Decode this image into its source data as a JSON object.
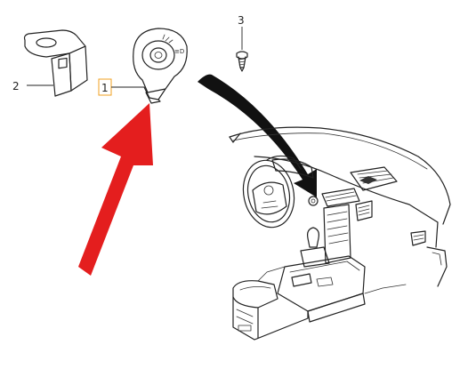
{
  "callouts": [
    {
      "number": "1"
    },
    {
      "number": "2"
    },
    {
      "number": "3"
    }
  ],
  "colors": {
    "highlight_arrow": "#e41e1e",
    "leader_arrow": "#111111",
    "callout_box": "#f0a020",
    "line_art": "#222222"
  },
  "icons": [
    "headlight-switch-part",
    "mounting-bracket-part",
    "screw-part",
    "car-dashboard-interior"
  ]
}
